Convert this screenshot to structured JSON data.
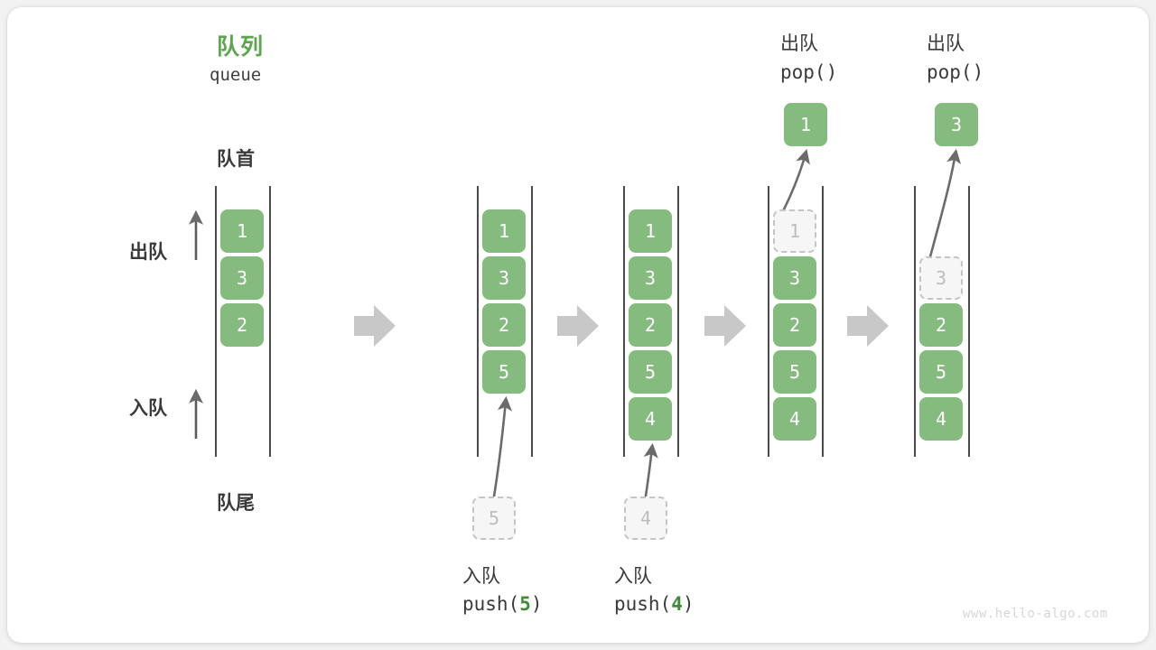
{
  "diagram": {
    "title_cn": "队列",
    "title_en": "queue",
    "head_label": "队首",
    "tail_label": "队尾",
    "dequeue_label": "出队",
    "enqueue_label": "入队",
    "watermark": "www.hello-algo.com",
    "colors": {
      "accent_green": "#85bb7e",
      "title_green": "#5aa54d",
      "code_green": "#3f8b36",
      "ghost_fill": "#f6f6f6",
      "ghost_border": "#c4c4c4",
      "ghost_text": "#bdbdbd",
      "rail": "#4a4a4a",
      "arrow_gray": "#c8c8c8",
      "thin_arrow": "#6b6b6b",
      "text_dark": "#3a3a3a",
      "watermark": "#d6d6d6",
      "card": "#ffffff",
      "page_bg": "#f2f2f2"
    },
    "steps": [
      {
        "id": "initial",
        "op_cn": "",
        "op_code": "",
        "cells": [
          "1",
          "3",
          "2"
        ],
        "ghost": null,
        "popped": null,
        "top_cn": "",
        "top_code": ""
      },
      {
        "id": "push-5",
        "op_cn": "入队",
        "op_code_prefix": "push(",
        "op_code_num": "5",
        "op_code_suffix": ")",
        "cells": [
          "1",
          "3",
          "2",
          "5"
        ],
        "ghost": "5",
        "popped": null,
        "top_cn": "",
        "top_code": ""
      },
      {
        "id": "push-4",
        "op_cn": "入队",
        "op_code_prefix": "push(",
        "op_code_num": "4",
        "op_code_suffix": ")",
        "cells": [
          "1",
          "3",
          "2",
          "5",
          "4"
        ],
        "ghost": "4",
        "popped": null,
        "top_cn": "",
        "top_code": ""
      },
      {
        "id": "pop-1",
        "op_cn": "",
        "op_code": "",
        "cells": [
          "3",
          "2",
          "5",
          "4"
        ],
        "ghost": "1",
        "popped": "1",
        "top_cn": "出队",
        "top_code": "pop()"
      },
      {
        "id": "pop-3",
        "op_cn": "",
        "op_code": "",
        "cells": [
          "2",
          "5",
          "4"
        ],
        "ghost": "3",
        "popped": "3",
        "top_cn": "出队",
        "top_code": "pop()"
      }
    ]
  }
}
